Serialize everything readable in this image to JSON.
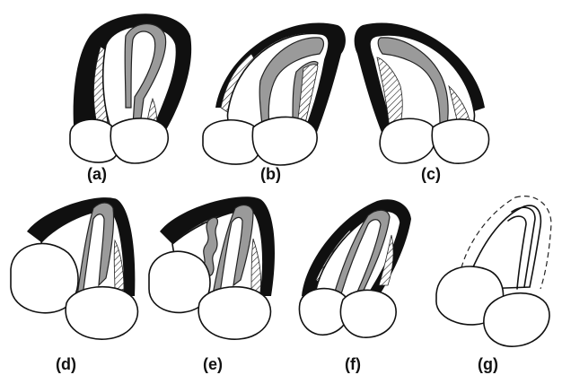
{
  "panels": [
    {
      "id": "a",
      "label": "(a)"
    },
    {
      "id": "b",
      "label": "(b)"
    },
    {
      "id": "c",
      "label": "(c)"
    },
    {
      "id": "d",
      "label": "(d)"
    },
    {
      "id": "e",
      "label": "(e)"
    },
    {
      "id": "f",
      "label": "(f)"
    },
    {
      "id": "g",
      "label": "(g)"
    }
  ],
  "colors": {
    "ink": "#101010",
    "septum_grey": "#9a9a9a",
    "background": "#ffffff"
  }
}
